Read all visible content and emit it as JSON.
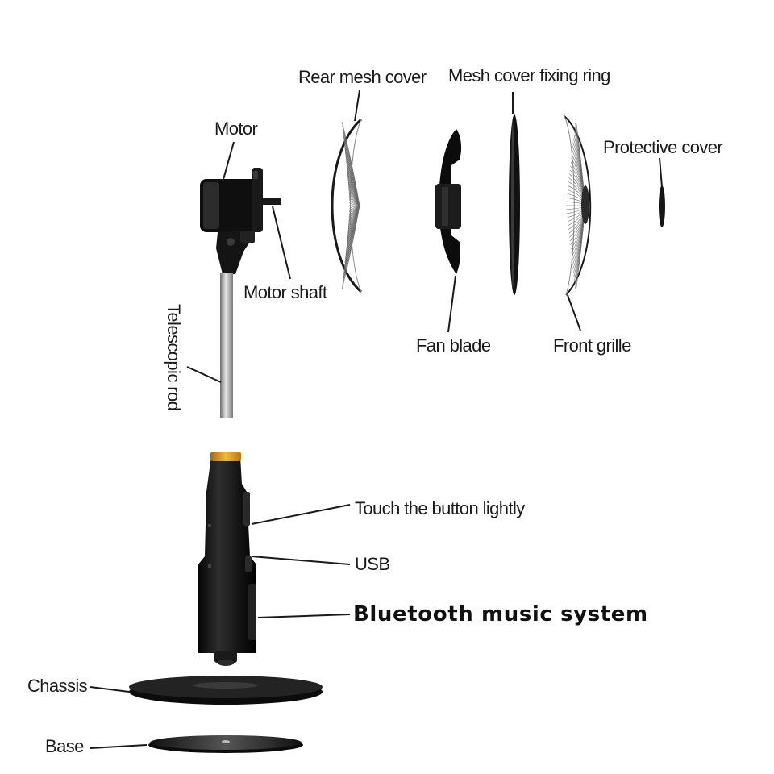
{
  "labels": {
    "rear_mesh_cover": "Rear mesh cover",
    "mesh_cover_fixing_ring": "Mesh cover fixing ring",
    "motor": "Motor",
    "protective_cover": "Protective cover",
    "motor_shaft": "Motor shaft",
    "telescopic_rod": "Telescopic rod",
    "fan_blade": "Fan blade",
    "front_grille": "Front grille",
    "touch_button": "Touch the button lightly",
    "usb": "USB",
    "bluetooth_music_system": "Bluetooth music system",
    "chassis": "Chassis",
    "base": "Base"
  },
  "colors": {
    "part_black": "#111111",
    "accent_gold": "#d99a1e",
    "rod_grey": "#a8a8a8",
    "leader_line": "#1a1a1a"
  }
}
